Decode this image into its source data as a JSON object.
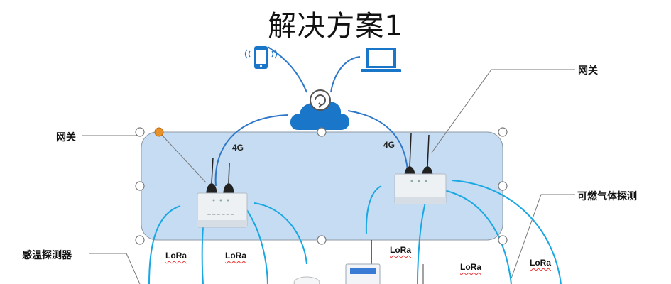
{
  "title": "解决方案1",
  "labels": {
    "gateway_left": "网关",
    "gateway_right": "网关",
    "gas_detector": "可燃气体探测",
    "temp_detector": "感温探测器"
  },
  "network_tags": {
    "left_4g": "4G",
    "right_4g": "4G"
  },
  "lora_tags": [
    "LoRa",
    "LoRa",
    "LoRa",
    "LoRa",
    "LoRa"
  ],
  "colors": {
    "panel_fill": "#c6dcf2",
    "link_blue": "#2e77c9",
    "lora_cyan": "#1aa8e2",
    "selected_handle": "#e8902a",
    "cloud_blue": "#1a76c8"
  },
  "icons": [
    "phone-icon",
    "laptop-icon",
    "cloud-icon",
    "sync-icon",
    "gateway-icon",
    "antenna-icon"
  ]
}
